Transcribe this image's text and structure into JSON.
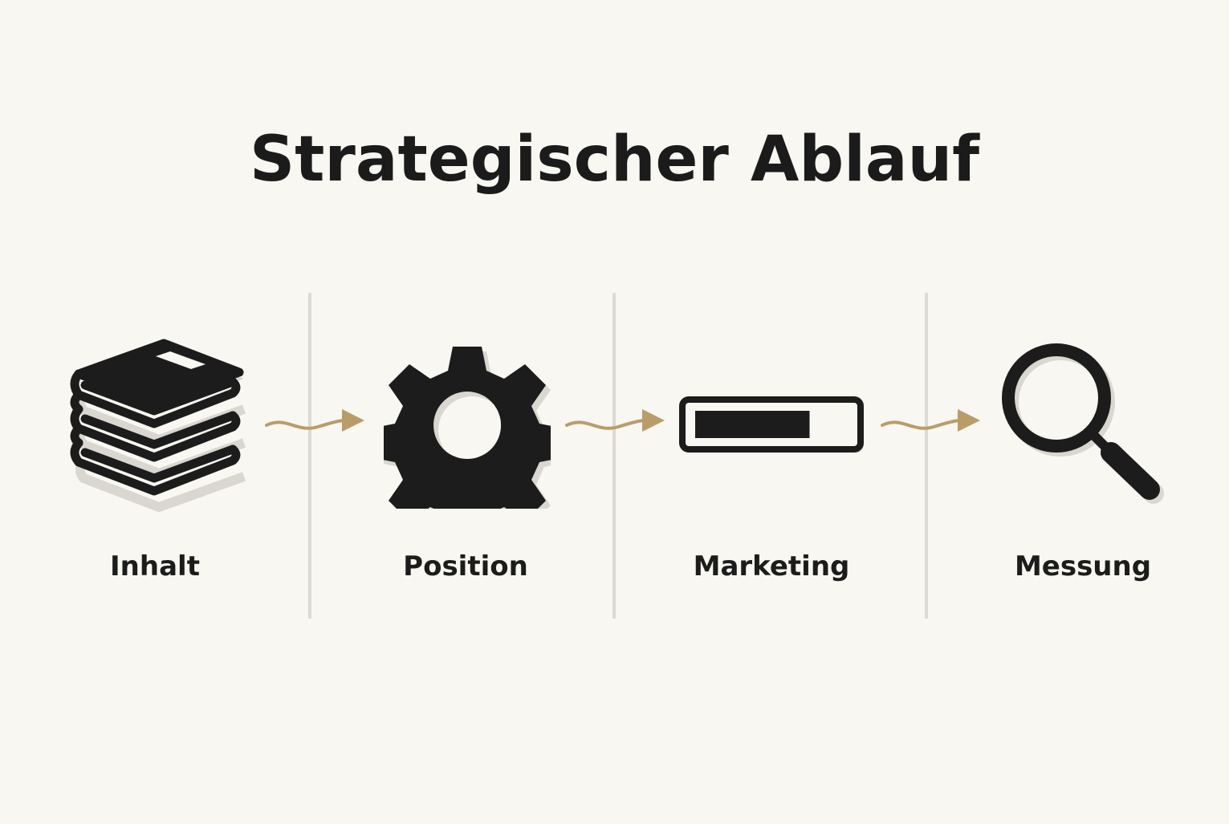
{
  "title": "Strategischer Ablauf",
  "steps": [
    {
      "label": "Inhalt",
      "icon": "books-stack-icon"
    },
    {
      "label": "Position",
      "icon": "gear-icon"
    },
    {
      "label": "Marketing",
      "icon": "progress-bar-icon",
      "progress": 0.75
    },
    {
      "label": "Messung",
      "icon": "magnifier-icon"
    }
  ],
  "colors": {
    "background": "#f8f7f1",
    "icon": "#1c1c1c",
    "arrow": "#b99d69",
    "divider": "#dcdad3",
    "shadow": "#d9d7d0"
  }
}
